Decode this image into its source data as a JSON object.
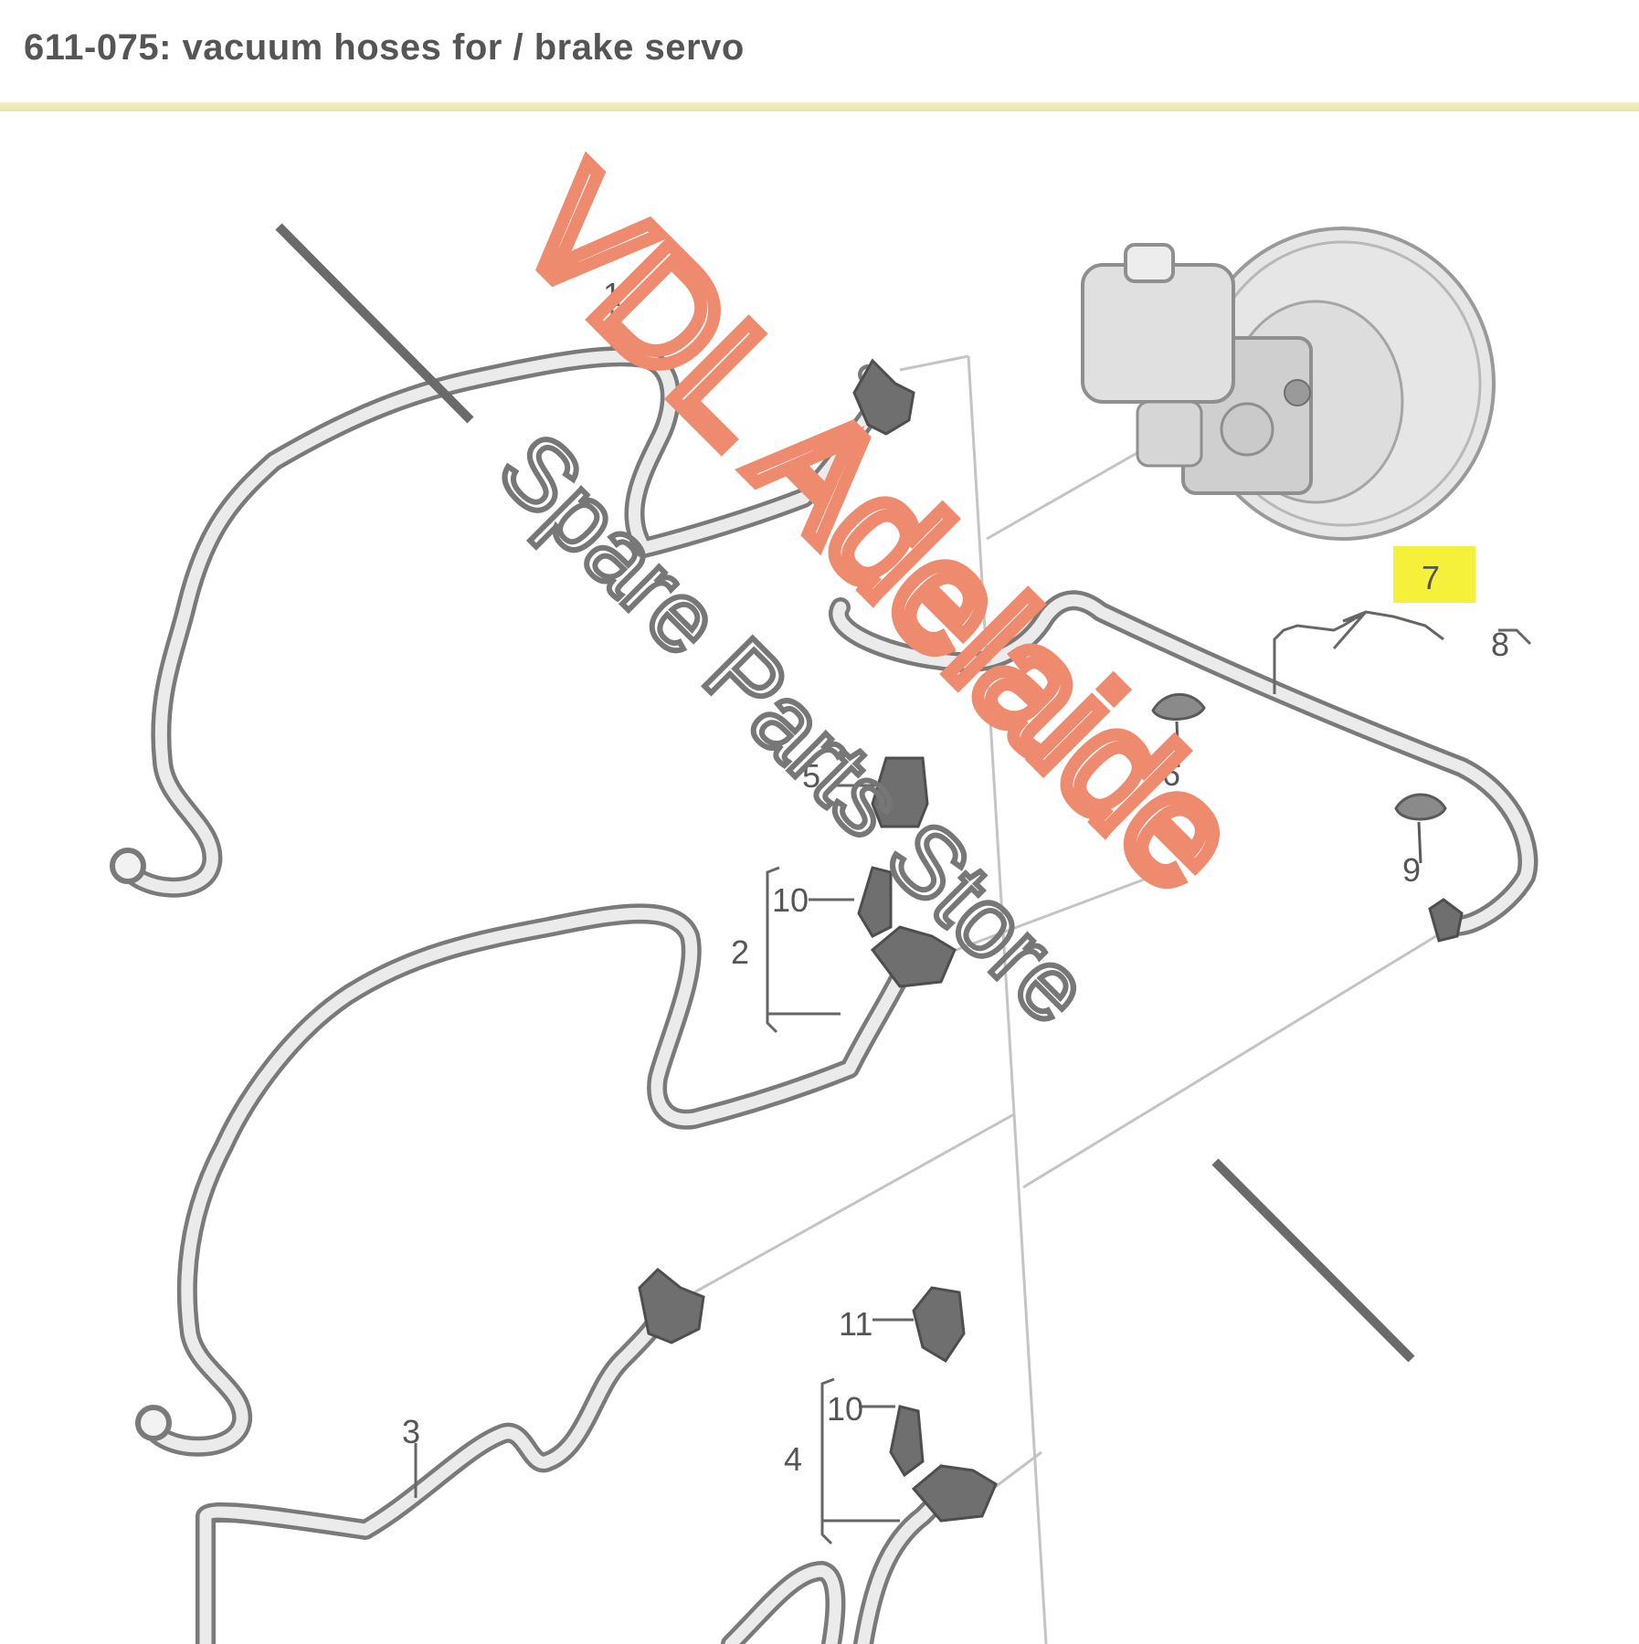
{
  "header": {
    "title": "611-075: vacuum hoses for / brake servo"
  },
  "callouts": {
    "c1": "1",
    "c2": "2",
    "c3": "3",
    "c4": "4",
    "c5": "5",
    "c6": "6",
    "c7": "7",
    "c8": "8",
    "c9": "9",
    "c10a": "10",
    "c10b": "10",
    "c11": "11"
  },
  "watermark": {
    "main": "VDL Adelaide",
    "sub": "Spare Parts Store"
  },
  "colors": {
    "highlight": "#f5f03a",
    "header_rule": "#ecebb2",
    "watermark_main": "#ee8a6e",
    "watermark_sub": "#777777",
    "line_art": "#7a7a7a"
  }
}
